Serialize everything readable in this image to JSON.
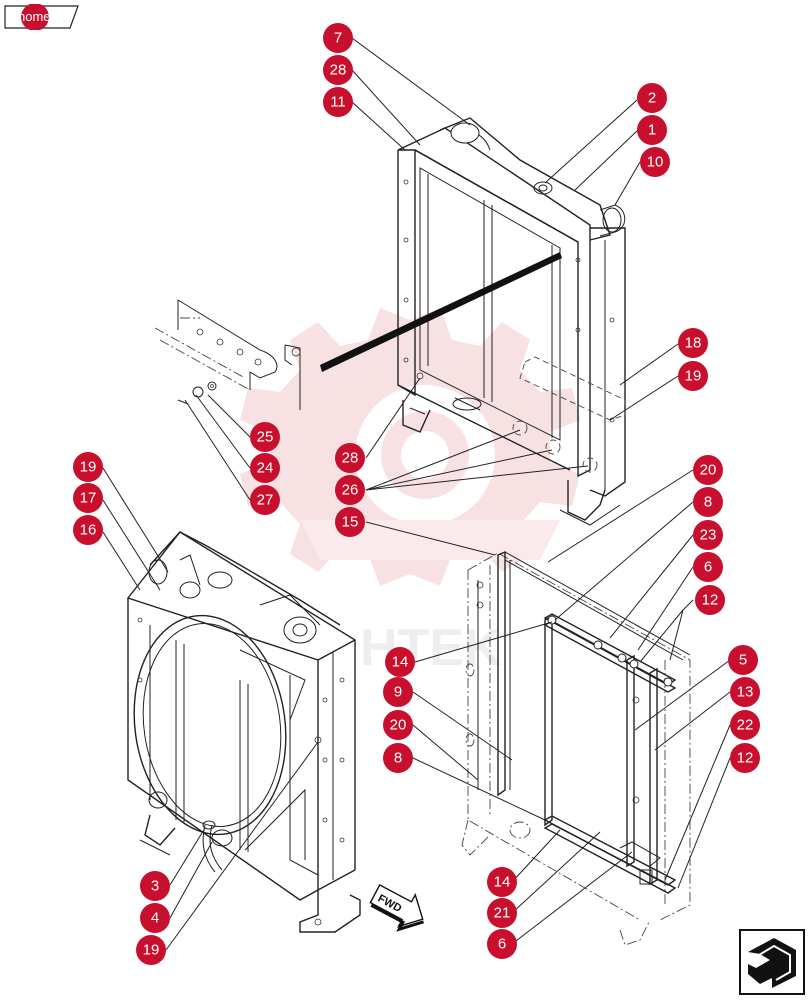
{
  "home_tab": {
    "label": "home",
    "icon": "home-tab-icon"
  },
  "fwd_label": "FWD",
  "watermark_text": "HTEK",
  "callouts": {
    "c7": "7",
    "c28a": "28",
    "c11": "11",
    "c2": "2",
    "c1": "1",
    "c10": "10",
    "c18": "18",
    "c19a": "19",
    "c25": "25",
    "c24": "24",
    "c27": "27",
    "c28b": "28",
    "c26": "26",
    "c15": "15",
    "c19b": "19",
    "c17": "17",
    "c16": "16",
    "c20a": "20",
    "c8a": "8",
    "c23": "23",
    "c6a": "6",
    "c12a": "12",
    "c14a": "14",
    "c5": "5",
    "c9": "9",
    "c13": "13",
    "c20b": "20",
    "c22": "22",
    "c8b": "8",
    "c12b": "12",
    "c3": "3",
    "c4": "4",
    "c19c": "19",
    "c14b": "14",
    "c21": "21",
    "c6b": "6"
  },
  "colors": {
    "callout": "#c8102e",
    "watermark": "#f3c9cc",
    "line": "#222222"
  },
  "nav_icon": "return-arrow-icon"
}
